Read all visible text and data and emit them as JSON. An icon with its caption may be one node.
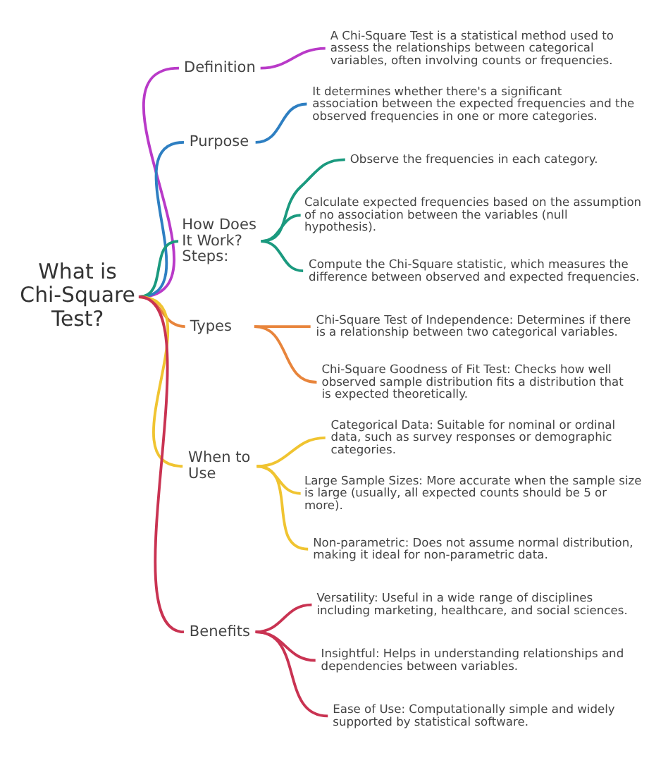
{
  "diagram": {
    "nodes": [
      {
        "text": [
          "What is Chi-Square Test?"
        ]
      },
      {
        "text": [
          "Definition"
        ]
      },
      {
        "text": [
          "A Chi-Square Test is a statistical method used to assess the relationships between categorical variables, often involving counts or frequencies."
        ]
      },
      {
        "text": [
          "Purpose"
        ]
      },
      {
        "text": [
          "It determines whether there's a significant association between the expected frequencies and the observed frequencies in one or more categories."
        ]
      },
      {
        "text": [
          "How Does It Work? Steps:"
        ]
      },
      {
        "text": [
          "Observe the frequencies in each category."
        ]
      },
      {
        "text": [
          "Calculate expected frequencies based on the assumption of no association between the variables (null hypothesis)."
        ]
      },
      {
        "text": [
          "Compute the Chi-Square statistic, which measures the difference between observed and expected frequencies."
        ]
      },
      {
        "text": [
          "Types"
        ]
      },
      {
        "text": [
          "Chi-Square Test of Independence: Determines if there is a relationship between two categorical variables."
        ]
      },
      {
        "text": [
          "Chi-Square Goodness of Fit Test: Checks how well observed sample distribution fits a distribution that is expected theoretically."
        ]
      },
      {
        "text": [
          "When to Use"
        ]
      },
      {
        "text": [
          "Categorical Data: Suitable for nominal or ordinal data, such as survey responses or demographic categories."
        ]
      },
      {
        "text": [
          "Large Sample Sizes: More accurate when the sample size is large (usually, all expected counts should be 5 or more)."
        ]
      },
      {
        "text": [
          "Non-parametric: Does not assume normal distribution, making it ideal for non-parametric data."
        ]
      },
      {
        "text": [
          "Benefits"
        ]
      },
      {
        "text": [
          "Versatility: Useful in a wide range of disciplines including marketing, healthcare, and social sciences."
        ]
      },
      {
        "text": [
          "Insightful: Helps in understanding relationships and dependencies between variables."
        ]
      },
      {
        "text": [
          "Ease of Use: Computationally simple and widely supported by statistical software."
        ]
      }
    ],
    "edges": [
      {
        "from": 0,
        "to": 1,
        "arrow": "none",
        "color": "#b93ac8"
      },
      {
        "from": 1,
        "to": 2,
        "arrow": "none",
        "color": "#b93ac8"
      },
      {
        "from": 0,
        "to": 3,
        "arrow": "none",
        "color": "#2e7fc2"
      },
      {
        "from": 3,
        "to": 4,
        "arrow": "none",
        "color": "#2e7fc2"
      },
      {
        "from": 0,
        "to": 5,
        "arrow": "none",
        "color": "#1b9a7f"
      },
      {
        "from": 5,
        "to": 6,
        "arrow": "none",
        "color": "#1b9a7f"
      },
      {
        "from": 5,
        "to": 7,
        "arrow": "none",
        "color": "#1b9a7f"
      },
      {
        "from": 5,
        "to": 8,
        "arrow": "none",
        "color": "#1b9a7f"
      },
      {
        "from": 0,
        "to": 9,
        "arrow": "none",
        "color": "#e8853c"
      },
      {
        "from": 9,
        "to": 10,
        "arrow": "none",
        "color": "#e8853c"
      },
      {
        "from": 9,
        "to": 11,
        "arrow": "none",
        "color": "#e8853c"
      },
      {
        "from": 0,
        "to": 12,
        "arrow": "none",
        "color": "#f0c431"
      },
      {
        "from": 12,
        "to": 13,
        "arrow": "none",
        "color": "#f0c431"
      },
      {
        "from": 12,
        "to": 14,
        "arrow": "none",
        "color": "#f0c431"
      },
      {
        "from": 12,
        "to": 15,
        "arrow": "none",
        "color": "#f0c431"
      },
      {
        "from": 0,
        "to": 16,
        "arrow": "none",
        "color": "#c93352"
      },
      {
        "from": 16,
        "to": 17,
        "arrow": "none",
        "color": "#c93352"
      },
      {
        "from": 16,
        "to": 18,
        "arrow": "none",
        "color": "#c93352"
      },
      {
        "from": 16,
        "to": 19,
        "arrow": "none",
        "color": "#c93352"
      }
    ]
  }
}
